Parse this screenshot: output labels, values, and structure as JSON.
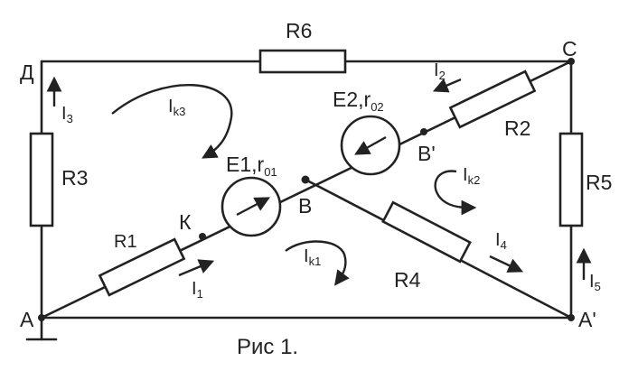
{
  "nodes": {
    "A": "А",
    "A_prime": "А'",
    "B": "В",
    "B_prime": "В'",
    "C": "С",
    "D": "Д",
    "K": "К"
  },
  "resistors": {
    "R1": "R1",
    "R2": "R2",
    "R3": "R3",
    "R4": "R4",
    "R5": "R5",
    "R6": "R6"
  },
  "sources": {
    "E1": {
      "name": "E1,r",
      "sub": "01"
    },
    "E2": {
      "name": "E2,r",
      "sub": "02"
    }
  },
  "currents": {
    "I1": {
      "main": "I",
      "sub": "1"
    },
    "I2": {
      "main": "I",
      "sub": "2"
    },
    "I3": {
      "main": "I",
      "sub": "3"
    },
    "I4": {
      "main": "I",
      "sub": "4"
    },
    "I5": {
      "main": "I",
      "sub": "5"
    }
  },
  "loop_currents": {
    "Ik1": {
      "main": "I",
      "sub": "k1"
    },
    "Ik2": {
      "main": "I",
      "sub": "k2"
    },
    "Ik3": {
      "main": "I",
      "sub": "k3"
    }
  },
  "caption": "Рис 1."
}
